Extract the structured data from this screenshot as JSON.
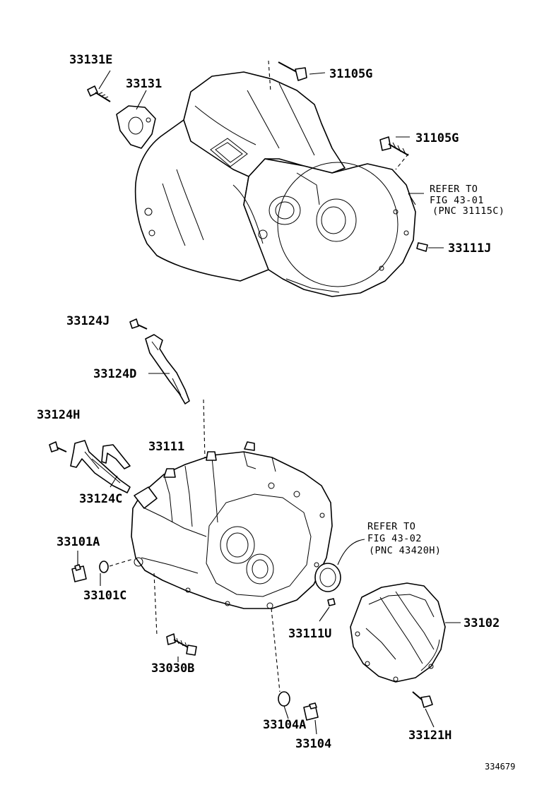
{
  "labels": {
    "p33131E": "33131E",
    "p33131": "33131",
    "p31105G_top": "31105G",
    "p31105G_mid": "31105G",
    "p33111J": "33111J",
    "p33124J": "33124J",
    "p33124D": "33124D",
    "p33124H": "33124H",
    "p33111": "33111",
    "p33124C": "33124C",
    "p33101A": "33101A",
    "p33101C": "33101C",
    "p33030B": "33030B",
    "p33111U": "33111U",
    "p33102": "33102",
    "p33104A": "33104A",
    "p33104": "33104",
    "p33121H": "33121H"
  },
  "refer_top": {
    "line1": "REFER TO",
    "line2": "FIG 43-01",
    "line3": "(PNC 31115C)"
  },
  "refer_bottom": {
    "line1": "REFER TO",
    "line2": "FIG 43-02",
    "line3": "(PNC 43420H)"
  },
  "figure_number": "334679"
}
